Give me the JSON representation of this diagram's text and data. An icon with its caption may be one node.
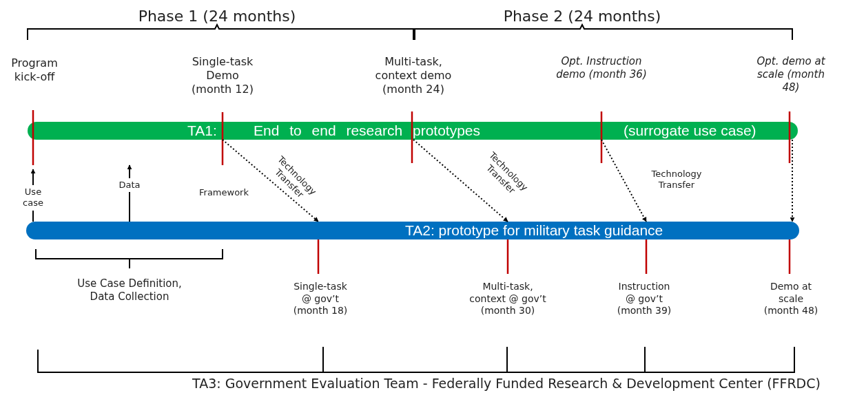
{
  "diagram": {
    "nodes": [
      {
        "text": [
          "TA1:",
          "End to end research prototypes",
          "(surrogate use case)"
        ]
      },
      {
        "text": [
          "TA2: prototype for military task guidance"
        ]
      }
    ],
    "edges": [
      {
        "from": 0,
        "to": 1,
        "arrow": "to",
        "style": "dashed",
        "label": "Technology Transfer"
      },
      {
        "from": 0,
        "to": 1,
        "arrow": "to",
        "style": "dashed",
        "label": "Technology Transfer"
      },
      {
        "from": 0,
        "to": 1,
        "arrow": "to",
        "style": "dashed",
        "label": "Technology Transfer"
      },
      {
        "from": 0,
        "to": 1,
        "arrow": "to",
        "style": "dashed"
      },
      {
        "from": 1,
        "to": null,
        "arrow": "to",
        "label": "Use case"
      },
      {
        "from": 1,
        "to": null,
        "arrow": "to",
        "label": "Data"
      }
    ],
    "labels": [
      "Phase 1 (24 months)",
      "Phase 2 (24 months)",
      "Program kick-off",
      "Single-task Demo (month 12)",
      "Multi-task, context demo (month 24)",
      "Opt. Instruction demo (month 36)",
      "Opt. demo at scale (month 48)",
      "Framework",
      "Use Case Definition, Data Collection",
      "Single-task @ gov’t (month 18)",
      "Multi-task, context @ gov’t (month 30)",
      "Instruction @ gov’t (month 39)",
      "Demo at scale (month 48)",
      "TA3:  Government Evaluation Team - Federally Funded Research & Development Center (FFRDC)"
    ]
  }
}
